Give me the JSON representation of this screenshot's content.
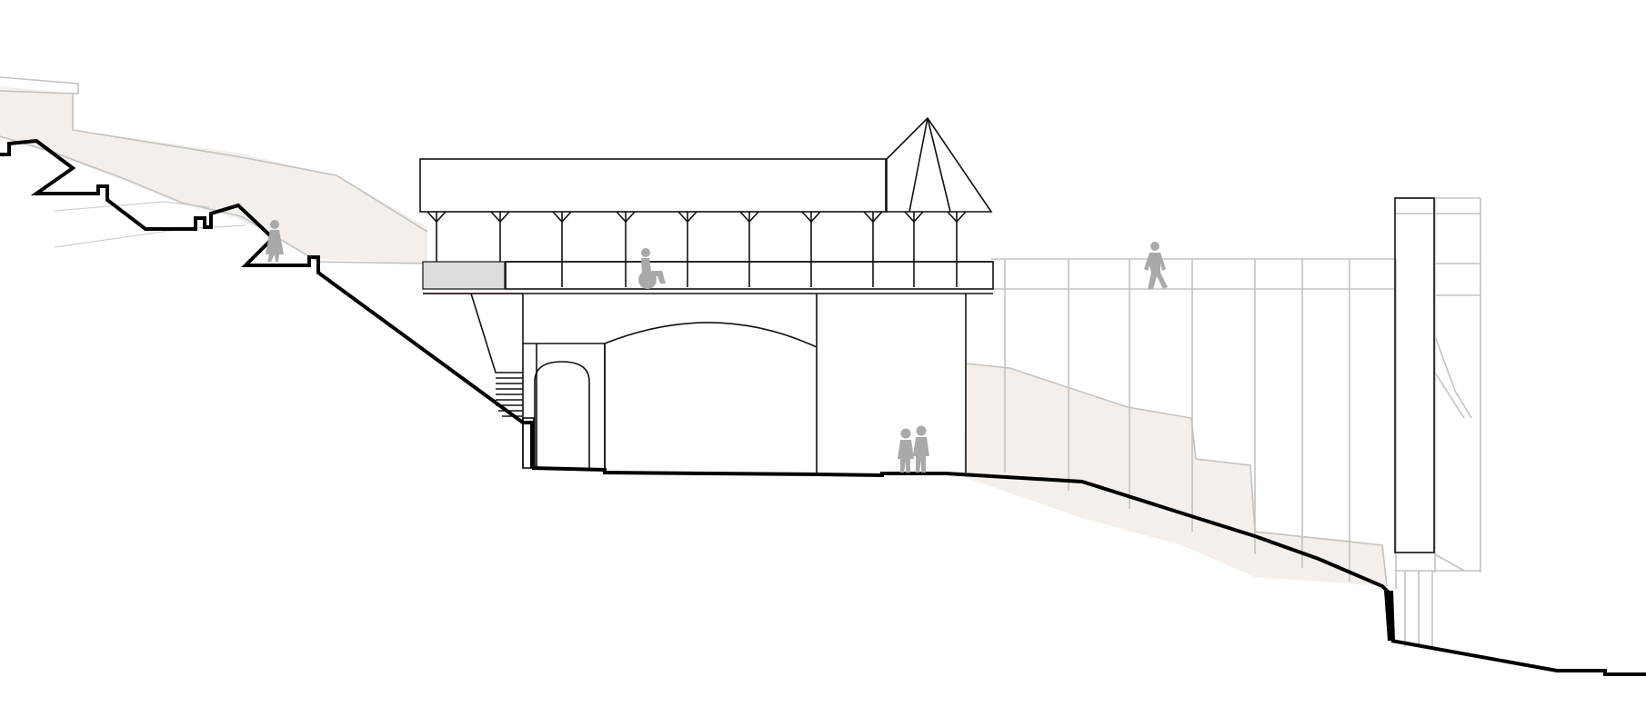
{
  "colors": {
    "background": "#ffffff",
    "line": "#111111",
    "ground": "#000000",
    "ghost_line": "#c2c2c2",
    "fill_beige": "#f4efea",
    "fill_grey_slab": "#dcdcdc",
    "figures": "#a9a9a9",
    "accent_red": "#c0392b"
  },
  "figures": [
    "walking-person",
    "wheelchair-user",
    "walking-person-bridge",
    "couple-standing"
  ]
}
